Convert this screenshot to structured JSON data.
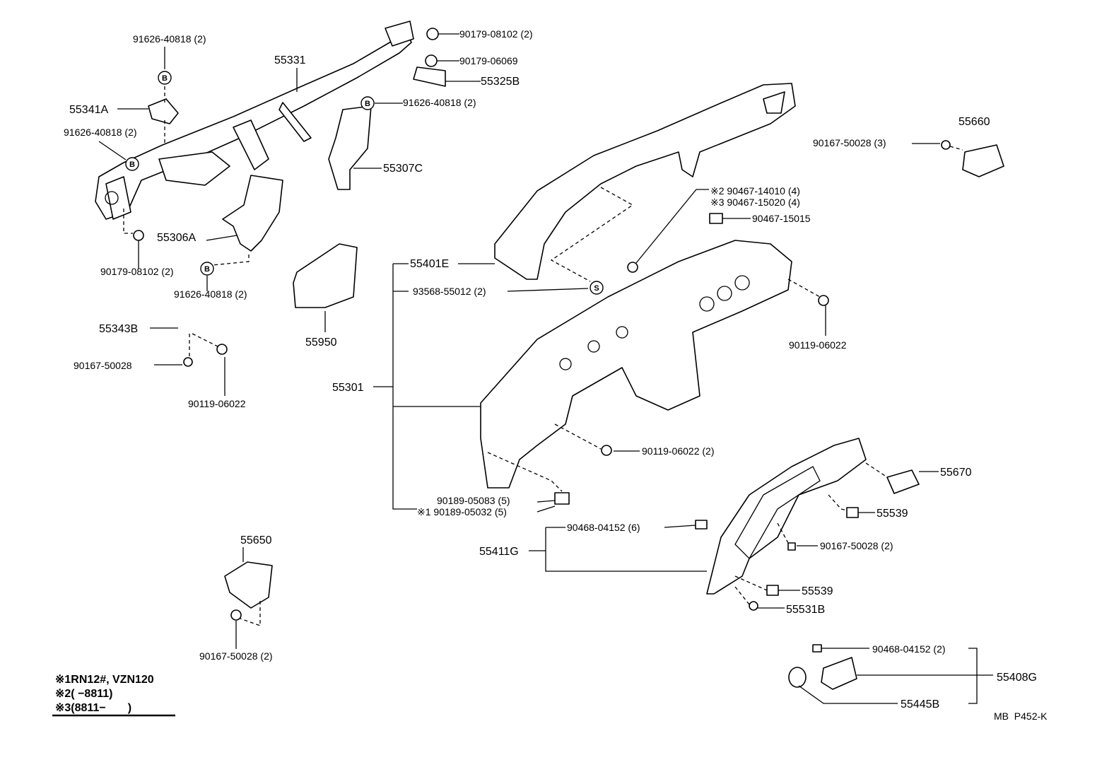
{
  "labels": {
    "p91626_a": "91626-40818 (2)",
    "p55331": "55331",
    "p90179_08102_top": "90179-08102 (2)",
    "p90179_06069": "90179-06069",
    "p55325B": "55325B",
    "p55341A": "55341A",
    "p91626_b": "91626-40818 (2)",
    "p91626_c": "91626-40818 (2)",
    "p55307C": "55307C",
    "p55660": "55660",
    "p90167_50028_3": "90167-50028 (3)",
    "p90467_14010": "※2 90467-14010 (4)",
    "p90467_15020": "※3 90467-15020 (4)",
    "p90467_15015": "90467-15015",
    "p55306A": "55306A",
    "p55401E": "55401E",
    "p90179_08102_left": "90179-08102 (2)",
    "p91626_d": "91626-40818 (2)",
    "p93568": "93568-55012 (2)",
    "p90119_06022_right": "90119-06022",
    "p55343B": "55343B",
    "p55950": "55950",
    "p90167_50028_left": "90167-50028",
    "p55301": "55301",
    "p90119_06022_left": "90119-06022",
    "p90119_06022_2": "90119-06022 (2)",
    "p55670": "55670",
    "p90189_05083": "90189-05083 (5)",
    "p90189_05032": "※1 90189-05032 (5)",
    "p55539_a": "55539",
    "p90468_04152_6": "90468-04152 (6)",
    "p55650": "55650",
    "p55411G": "55411G",
    "p90167_50028_2r": "90167-50028 (2)",
    "p55539_b": "55539",
    "p55531B": "55531B",
    "p90167_50028_2b": "90167-50028 (2)",
    "p90468_04152_2": "90468-04152 (2)",
    "p55408G": "55408G",
    "p55445B": "55445B"
  },
  "markers": {
    "bolt": "B",
    "seal": "S"
  },
  "notes": [
    "※1RN12#, VZN120",
    "※2(       −8811)",
    "※3(8811−       )"
  ],
  "footer_code": "MB  P452-K"
}
